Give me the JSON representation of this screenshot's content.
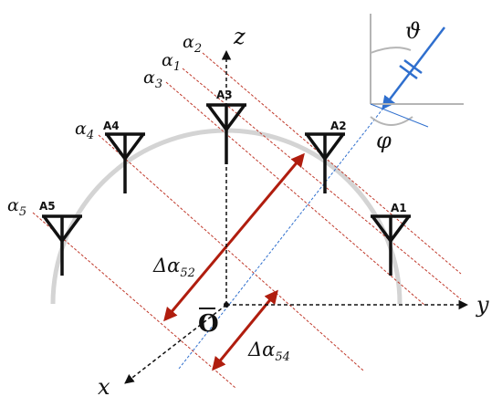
{
  "axes": {
    "x": "x",
    "y": "y",
    "z": "z",
    "origin": "O"
  },
  "antennas": [
    {
      "id": "a1",
      "label": "A1"
    },
    {
      "id": "a2",
      "label": "A2"
    },
    {
      "id": "a3",
      "label": "A3"
    },
    {
      "id": "a4",
      "label": "A4"
    },
    {
      "id": "a5",
      "label": "A5"
    }
  ],
  "wavefronts": [
    {
      "id": "a2",
      "base": "α",
      "sub": "2"
    },
    {
      "id": "a1",
      "base": "α",
      "sub": "1"
    },
    {
      "id": "a3",
      "base": "α",
      "sub": "3"
    },
    {
      "id": "a4",
      "base": "α",
      "sub": "4"
    },
    {
      "id": "a5",
      "base": "α",
      "sub": "5"
    }
  ],
  "differences": [
    {
      "id": "d52",
      "base": "Δα",
      "sub": "52"
    },
    {
      "id": "d54",
      "base": "Δα",
      "sub": "54"
    }
  ],
  "angles": {
    "theta": "ϑ",
    "phi": "φ"
  },
  "colors": {
    "wavefront": "#c0392b",
    "arrow": "#b01d0e",
    "incident": "#2f6fce",
    "arc": "#d4d4d4",
    "axis": "#111111"
  }
}
